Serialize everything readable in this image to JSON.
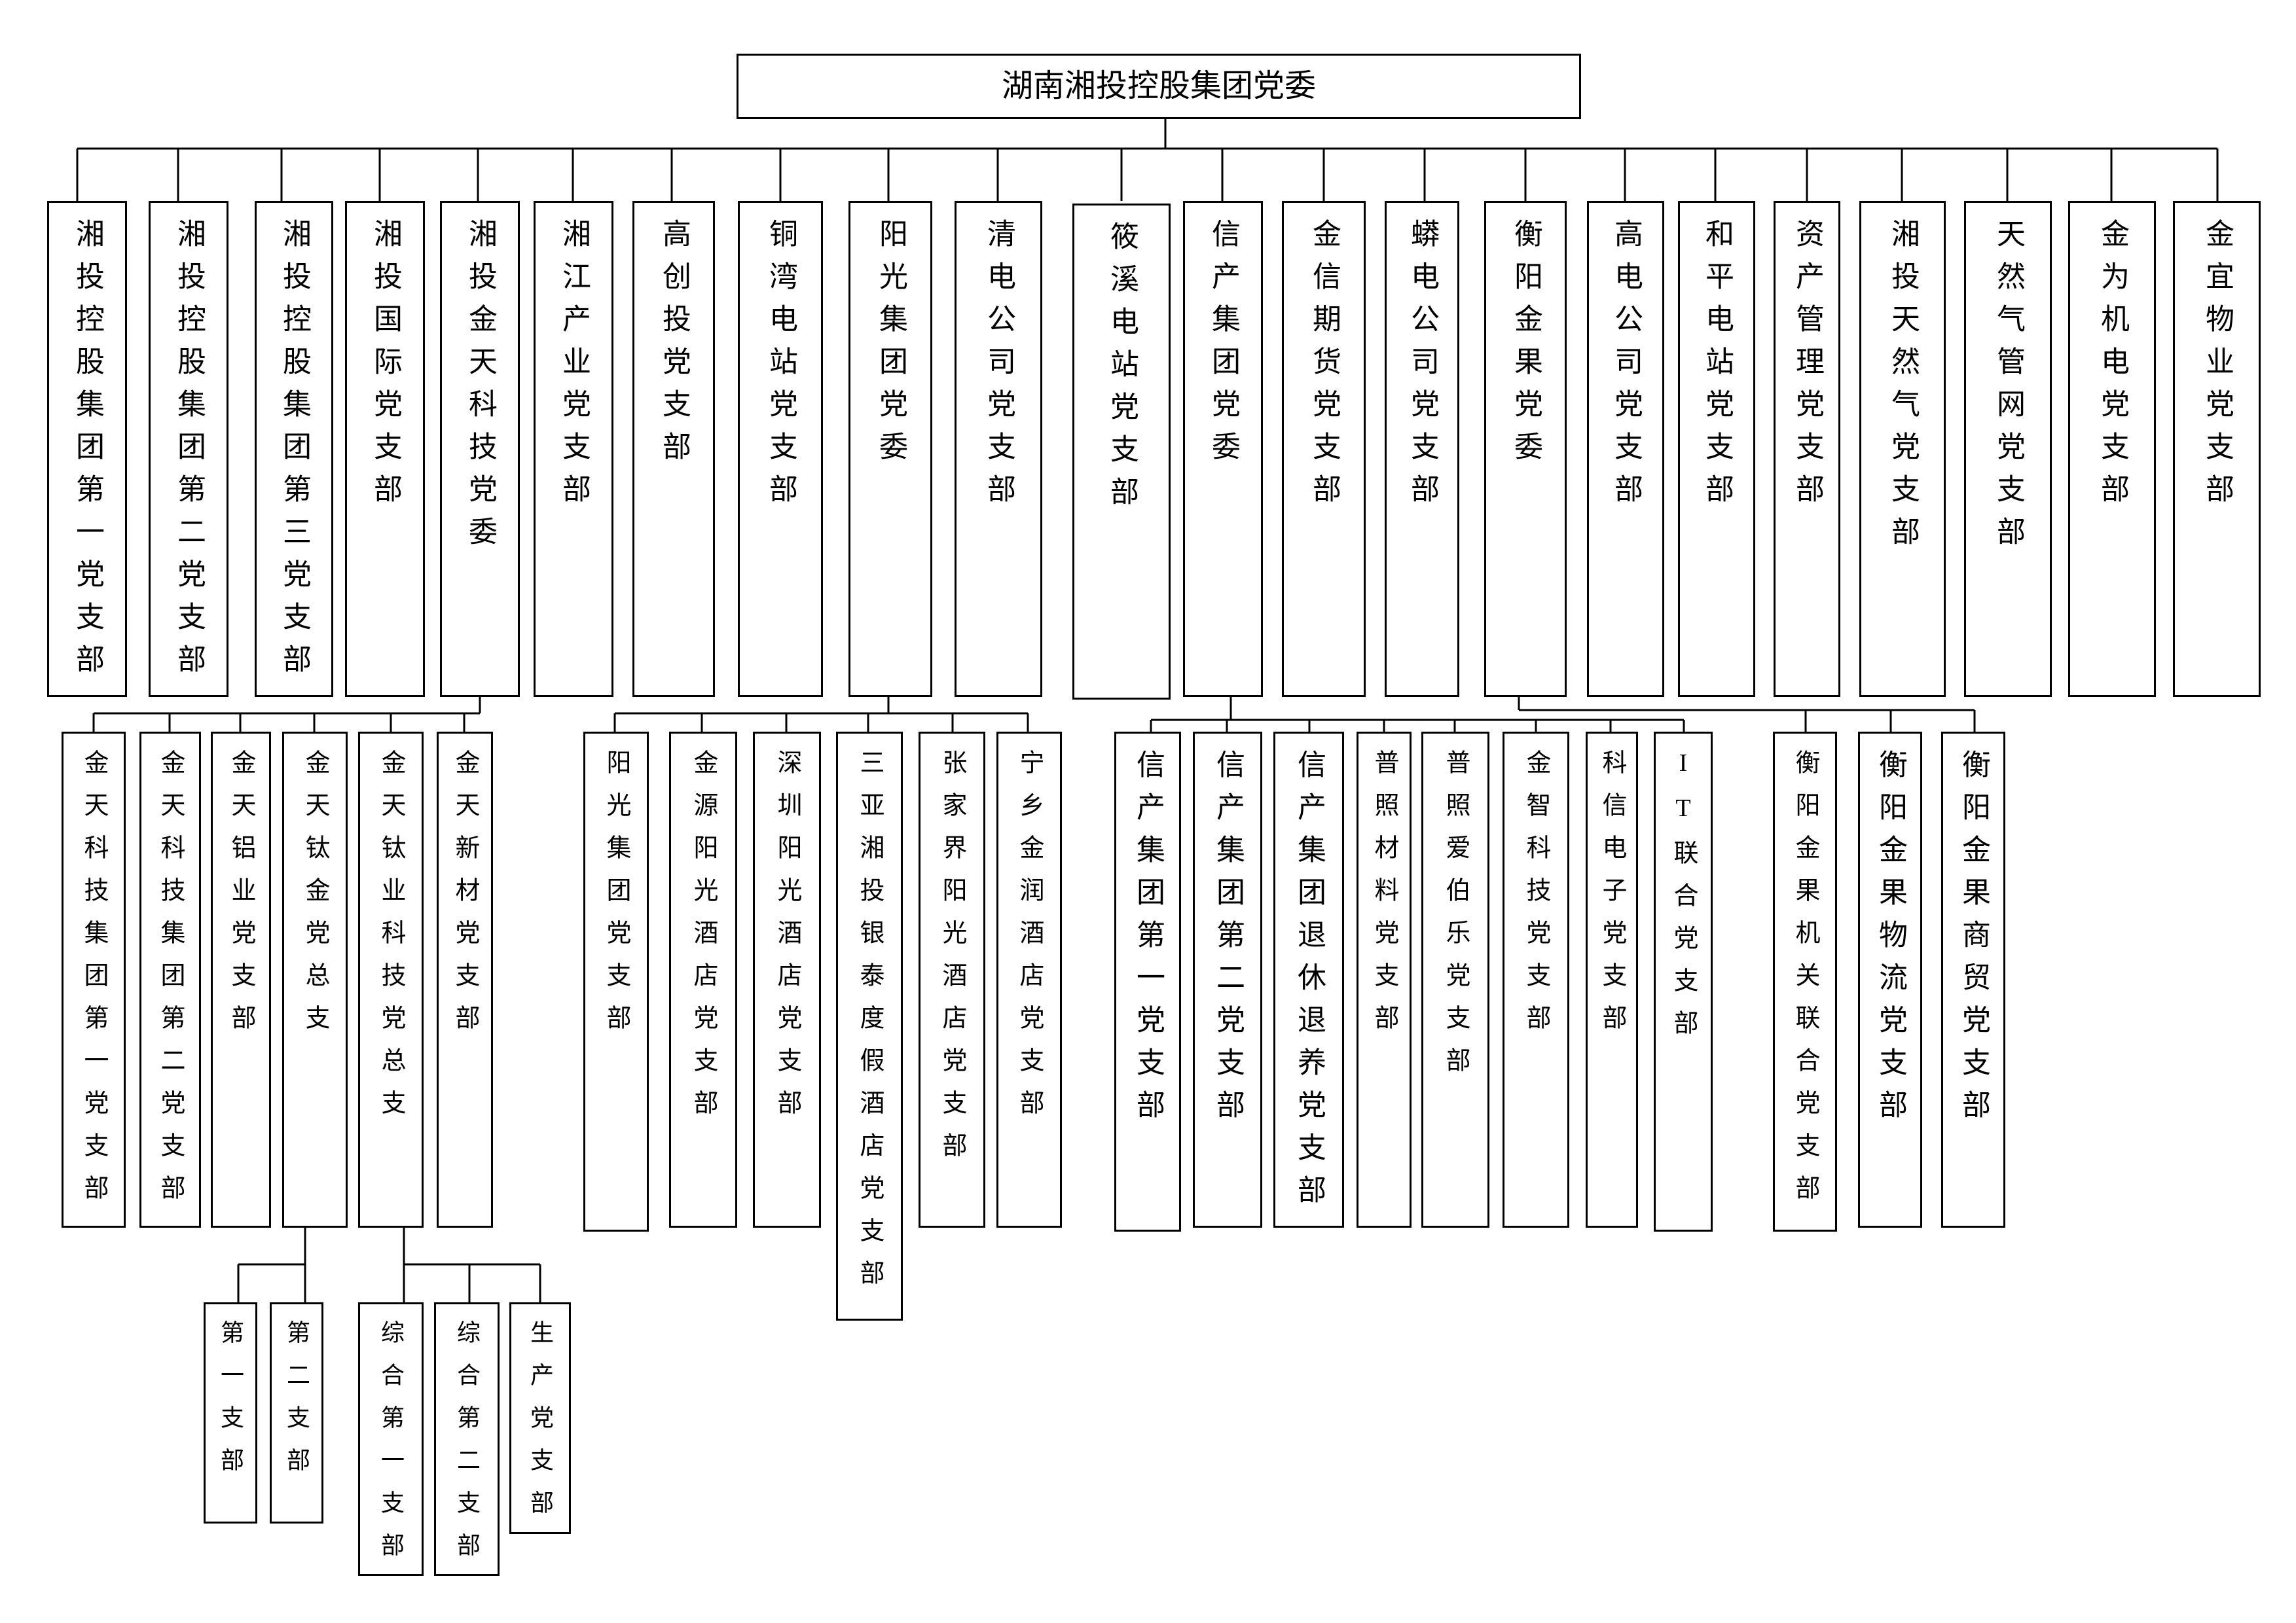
{
  "root": "湖南湘投控股集团党委",
  "level1": [
    "湘投控股集团第一党支部",
    "湘投控股集团第二党支部",
    "湘投控股集团第三党支部",
    "湘投国际党支部",
    "湘投金天科技党委",
    "湘江产业党支部",
    "高创投党支部",
    "铜湾电站党支部",
    "阳光集团党委",
    "清电公司党支部",
    "筱溪电站党支部",
    "信产集团党委",
    "金信期货党支部",
    "蟒电公司党支部",
    "衡阳金果党委",
    "高电公司党支部",
    "和平电站党支部",
    "资产管理党支部",
    "湘投天然气党支部",
    "天然气管网党支部",
    "金为机电党支部",
    "金宜物业党支部"
  ],
  "jintian_children": [
    "金天科技集团第一党支部",
    "金天科技集团第二党支部",
    "金天铝业党支部",
    "金天钛金党总支",
    "金天钛业科技党总支",
    "金天新材党支部"
  ],
  "taijin_children": [
    "第一支部",
    "第二支部"
  ],
  "taiye_children": [
    "综合第一支部",
    "综合第二支部",
    "生产党支部"
  ],
  "yangguang_children": [
    "阳光集团党支部",
    "金源阳光酒店党支部",
    "深圳阳光酒店党支部",
    "三亚湘投银泰度假酒店党支部",
    "张家界阳光酒店党支部",
    "宁乡金润酒店党支部"
  ],
  "xinchan_children": [
    "信产集团第一党支部",
    "信产集团第二党支部",
    "信产集团退休退养党支部",
    "普照材料党支部",
    "普照爱伯乐党支部",
    "金智科技党支部",
    "科信电子党支部",
    "IT联合党支部"
  ],
  "jinguo_children": [
    "衡阳金果机关联合党支部",
    "衡阳金果物流党支部",
    "衡阳金果商贸党支部"
  ]
}
